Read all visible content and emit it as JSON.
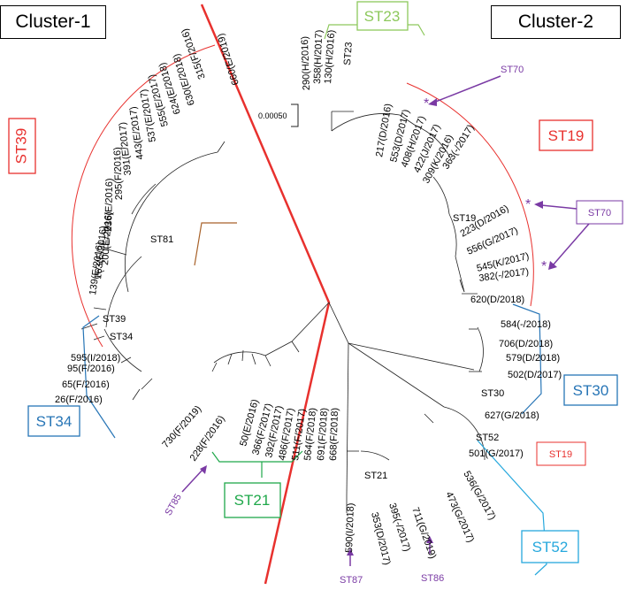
{
  "cluster_1": "Cluster-1",
  "cluster_2": "Cluster-2",
  "scale_label": "0.00050",
  "colors": {
    "red": "#e8312e",
    "light_green": "#8dc85c",
    "green": "#1fa84a",
    "blue": "#2775b6",
    "cyan": "#26a8dd",
    "purple": "#7a3aa4",
    "brown": "#a8622a"
  },
  "groups": {
    "st39": "ST39",
    "st34": "ST34",
    "st21": "ST21",
    "st23": "ST23",
    "st19": "ST19",
    "st30": "ST30",
    "st52": "ST52",
    "st19_small": "ST19"
  },
  "annotations": {
    "st70_top": "ST70",
    "st70_box": "ST70",
    "st85": "ST85",
    "st87": "ST87",
    "st86": "ST86",
    "asterisk": "*"
  },
  "tips": [
    "660(E/2019)",
    "315(F/2016)",
    "630(E/2018)",
    "624(E/2018)",
    "555(E/2017)",
    "537(E/2017)",
    "443(E/2017)",
    "391(E/2017)",
    "295(F/2016)",
    "236(E/2016)",
    "ST81",
    "200(E/2016)",
    "163(E/2016)",
    "139(E/2016)",
    "ST39",
    "ST34",
    "595(I/2018)",
    "95(F/2016)",
    "65(F/2016)",
    "26(F/2016)",
    "730(F/2019)",
    "228(F/2016)",
    "50(E/2016)",
    "366(F/2017)",
    "392(F/2017)",
    "486(F/2017)",
    "511(F/2017)",
    "564(F/2018)",
    "691(F/2018)",
    "668(F/2018)",
    "290(H/2016)",
    "358(H/2017)",
    "130(H/2016)",
    "ST23",
    "217(D/2016)",
    "553(D/2017)",
    "408(H/2017)",
    "422(J/2017)",
    "309(K/2016)",
    "363(-/2017)",
    "ST19",
    "223(D/2016)",
    "556(G/2017)",
    "545(K/2017)",
    "382(-/2017)",
    "620(D/2018)",
    "584(-/2018)",
    "706(D/2018)",
    "579(D/2018)",
    "502(D/2017)",
    "ST30",
    "627(G/2018)",
    "ST52",
    "501(G/2017)",
    "536(G/2017)",
    "473(G/2017)",
    "711(G/2019)",
    "395(-/2017)",
    "353(D/2017)",
    "590(I/2018)",
    "ST21"
  ]
}
